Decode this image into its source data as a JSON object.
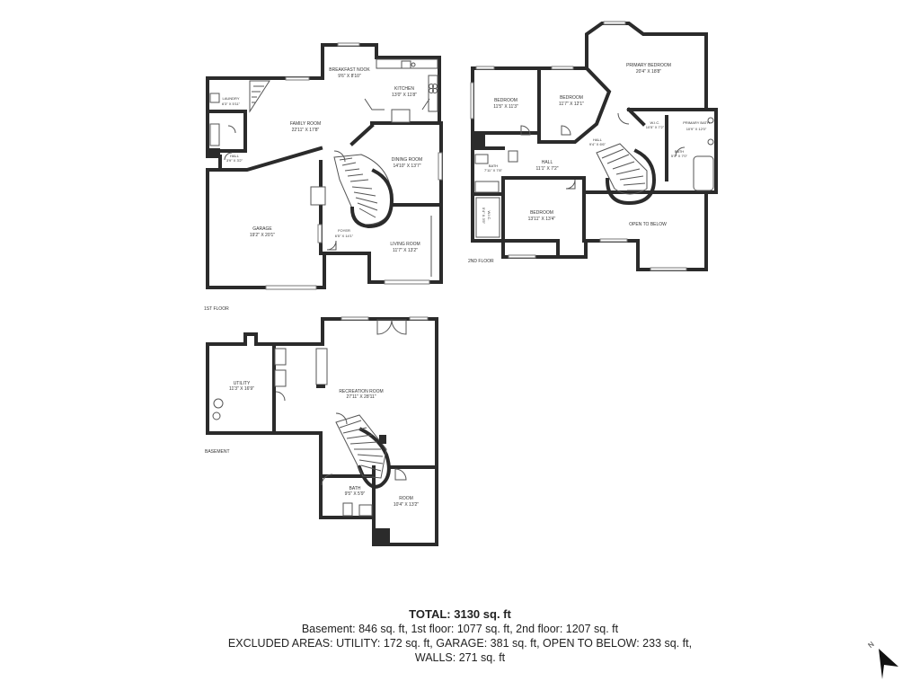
{
  "floors": {
    "first": {
      "label": "1ST FLOOR",
      "rooms": [
        {
          "id": "breakfast-nook",
          "name": "BREAKFAST NOOK",
          "size": "9'6\" X 8'10\""
        },
        {
          "id": "kitchen",
          "name": "KITCHEN",
          "size": "13'0\" X 11'8\""
        },
        {
          "id": "laundry",
          "name": "LAUNDRY",
          "size": "6'3\" X 5'11\""
        },
        {
          "id": "family-room",
          "name": "FAMILY ROOM",
          "size": "22'11\" X 17'8\""
        },
        {
          "id": "hall",
          "name": "HALL",
          "size": "3'9\" X 3'2\""
        },
        {
          "id": "dining-room",
          "name": "DINING ROOM",
          "size": "14'10\" X 13'7\""
        },
        {
          "id": "garage",
          "name": "GARAGE",
          "size": "19'2\" X 20'1\""
        },
        {
          "id": "foyer",
          "name": "FOYER",
          "size": "6'5\" X 14'1\""
        },
        {
          "id": "living-room",
          "name": "LIVING ROOM",
          "size": "11'7\" X 13'2\""
        }
      ]
    },
    "second": {
      "label": "2ND FLOOR",
      "rooms": [
        {
          "id": "bedroom-1",
          "name": "BEDROOM",
          "size": "11'5\" X 11'3\""
        },
        {
          "id": "bedroom-2",
          "name": "BEDROOM",
          "size": "11'7\" X 12'1\""
        },
        {
          "id": "primary-bedroom",
          "name": "PRIMARY BEDROOM",
          "size": "20'4\" X 18'8\""
        },
        {
          "id": "wic-1",
          "name": "W.I.C.",
          "size": "10'5\" X 7'2\""
        },
        {
          "id": "primary-bath",
          "name": "PRIMARY BATH",
          "size": "10'9\" X 12'0\""
        },
        {
          "id": "hall-upper",
          "name": "HALL",
          "size": "9'4\" X 6'6\""
        },
        {
          "id": "bath-small",
          "name": "BATH",
          "size": "5'1\" X 7'0\""
        },
        {
          "id": "hall-2",
          "name": "HALL",
          "size": "11'1\" X 7'2\""
        },
        {
          "id": "bath-2",
          "name": "BATH",
          "size": "7'11\" X 7'8\""
        },
        {
          "id": "bedroom-3",
          "name": "BEDROOM",
          "size": "13'11\" X 13'4\""
        },
        {
          "id": "wic-2",
          "name": "W.I.C.",
          "size": "5'4\" X 3'5\""
        },
        {
          "id": "open-to-below",
          "name": "OPEN TO BELOW",
          "size": ""
        }
      ]
    },
    "basement": {
      "label": "BASEMENT",
      "rooms": [
        {
          "id": "utility",
          "name": "UTILITY",
          "size": "11'3\" X 16'9\""
        },
        {
          "id": "recreation-room",
          "name": "RECREATION ROOM",
          "size": "27'11\" X 28'11\""
        },
        {
          "id": "bath-basement",
          "name": "BATH",
          "size": "9'5\" X 5'9\""
        },
        {
          "id": "room",
          "name": "ROOM",
          "size": "10'4\" X 13'2\""
        }
      ]
    }
  },
  "totals": {
    "total": "TOTAL: 3130 sq. ft",
    "line1": "Basement: 846 sq. ft, 1st floor: 1077 sq. ft, 2nd floor: 1207 sq. ft",
    "line2": "EXCLUDED AREAS: UTILITY: 172 sq. ft, GARAGE: 381 sq. ft, OPEN TO BELOW: 233 sq. ft,",
    "line3": "WALLS: 271 sq. ft"
  },
  "compass": {
    "label": "N",
    "icon": "north-arrow-icon"
  },
  "colors": {
    "wall": "#2b2b2b",
    "background": "#ffffff"
  }
}
